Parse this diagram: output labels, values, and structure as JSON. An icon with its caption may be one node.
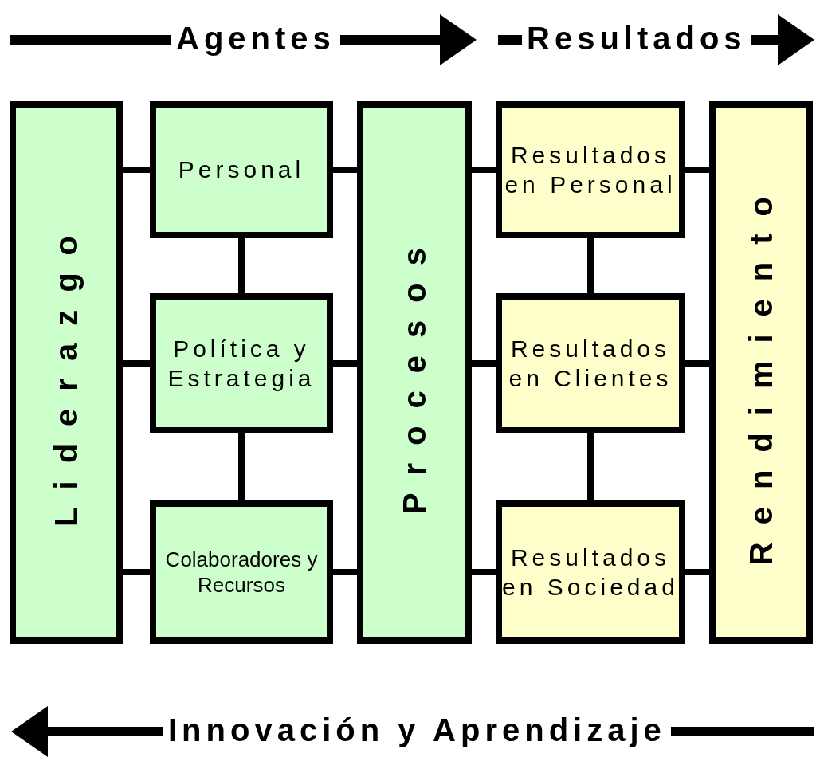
{
  "diagram": {
    "nodes": [
      {
        "text": [
          "Liderazgo"
        ]
      },
      {
        "text": [
          "Personal"
        ]
      },
      {
        "text": [
          "Política y Estrategia"
        ]
      },
      {
        "text": [
          "Colaboradores y Recursos"
        ]
      },
      {
        "text": [
          "Procesos"
        ]
      },
      {
        "text": [
          "Resultados en Personal"
        ]
      },
      {
        "text": [
          "Resultados en Clientes"
        ]
      },
      {
        "text": [
          "Resultados en Sociedad"
        ]
      },
      {
        "text": [
          "Rendimiento"
        ]
      }
    ],
    "edges": [
      {
        "from": 0,
        "to": 1,
        "arrow": "none"
      },
      {
        "from": 0,
        "to": 2,
        "arrow": "none"
      },
      {
        "from": 0,
        "to": 3,
        "arrow": "none"
      },
      {
        "from": 1,
        "to": 2,
        "arrow": "none"
      },
      {
        "from": 2,
        "to": 3,
        "arrow": "none"
      },
      {
        "from": 1,
        "to": 4,
        "arrow": "none"
      },
      {
        "from": 2,
        "to": 4,
        "arrow": "none"
      },
      {
        "from": 3,
        "to": 4,
        "arrow": "none"
      },
      {
        "from": 4,
        "to": 5,
        "arrow": "none"
      },
      {
        "from": 4,
        "to": 6,
        "arrow": "none"
      },
      {
        "from": 4,
        "to": 7,
        "arrow": "none"
      },
      {
        "from": 5,
        "to": 6,
        "arrow": "none"
      },
      {
        "from": 6,
        "to": 7,
        "arrow": "none"
      },
      {
        "from": 5,
        "to": 8,
        "arrow": "none"
      },
      {
        "from": 6,
        "to": 8,
        "arrow": "none"
      },
      {
        "from": 7,
        "to": 8,
        "arrow": "none"
      }
    ],
    "labels": [
      "Agentes",
      "Resultados",
      "Innovación y Aprendizaje"
    ]
  }
}
